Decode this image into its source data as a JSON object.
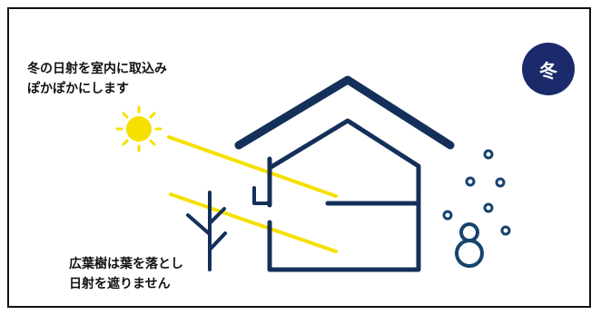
{
  "captions": {
    "sun_line1": "冬の日射を室内に取込み",
    "sun_line2": "ぽかぽかにします",
    "tree_line1": "広葉樹は葉を落とし",
    "tree_line2": "日射を遮りません"
  },
  "badge": {
    "label": "冬"
  },
  "icons": [
    "sun-icon",
    "house-icon",
    "bare-tree-icon",
    "snowman-icon",
    "snowflake-dot-icon"
  ],
  "colors": {
    "navy": "#14305a",
    "sun_yellow": "#f5e000",
    "badge_bg": "#1b2a6b",
    "snow_dots": "#17436e"
  }
}
